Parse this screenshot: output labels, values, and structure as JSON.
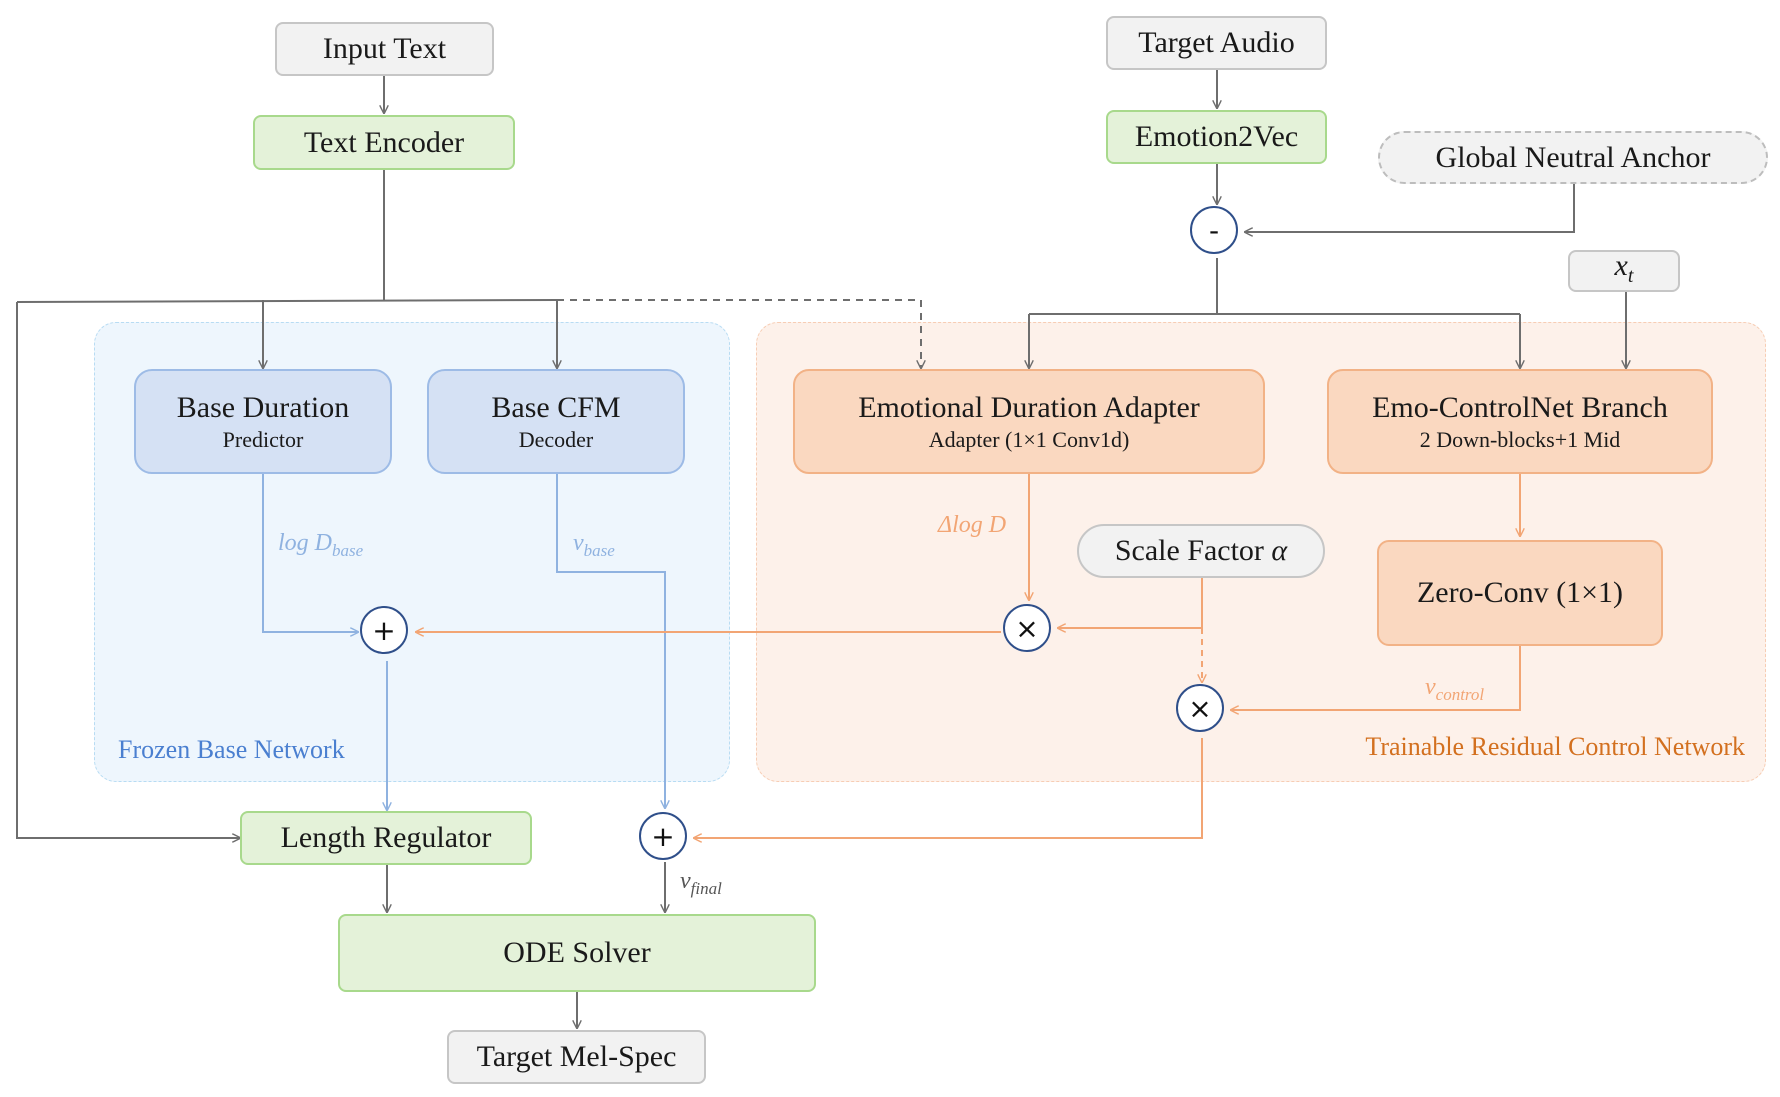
{
  "nodes": {
    "input_text": "Input Text",
    "text_encoder": "Text Encoder",
    "target_audio": "Target Audio",
    "emotion2vec": "Emotion2Vec",
    "global_neutral_anchor": "Global Neutral Anchor",
    "xt": {
      "base": "x",
      "sub": "t"
    },
    "base_duration": {
      "title": "Base Duration",
      "subtitle": "Predictor"
    },
    "base_cfm": {
      "title": "Base CFM",
      "subtitle": "Decoder"
    },
    "emotional_duration_adapter": {
      "title": "Emotional Duration Adapter",
      "subtitle": "Adapter (1×1 Conv1d)"
    },
    "emo_controlnet": {
      "title": "Emo-ControlNet Branch",
      "subtitle": "2 Down-blocks+1 Mid"
    },
    "scale_factor": {
      "text": "Scale Factor ",
      "symbol": "α"
    },
    "zero_conv": "Zero-Conv (1×1)",
    "length_regulator": "Length Regulator",
    "ode_solver": "ODE Solver",
    "target_mel_spec": "Target Mel-Spec"
  },
  "operators": {
    "subtract": "-",
    "add_duration": "+",
    "multiply_duration": "×",
    "multiply_control": "×",
    "add_velocity": "+"
  },
  "edge_labels": {
    "log_d_base": {
      "base": "log D",
      "sub": "base"
    },
    "v_base": {
      "base": "v",
      "sub": "base"
    },
    "delta_log_d": {
      "base": "Δlog D"
    },
    "v_control": {
      "base": "v",
      "sub": "control"
    },
    "v_final": {
      "base": "v",
      "sub": "final"
    }
  },
  "regions": {
    "frozen": "Frozen Base Network",
    "trainable": "Trainable Residual Control Network"
  },
  "colors": {
    "gray_line": "#6e6e6e",
    "blue_line": "#8fb2e0",
    "orange_line": "#f2a574",
    "frozen_label": "#4a7fd0",
    "trainable_label": "#d3701f",
    "blue_math": "#8fb2e0",
    "orange_math": "#f2a574",
    "gray_math": "#555555"
  }
}
